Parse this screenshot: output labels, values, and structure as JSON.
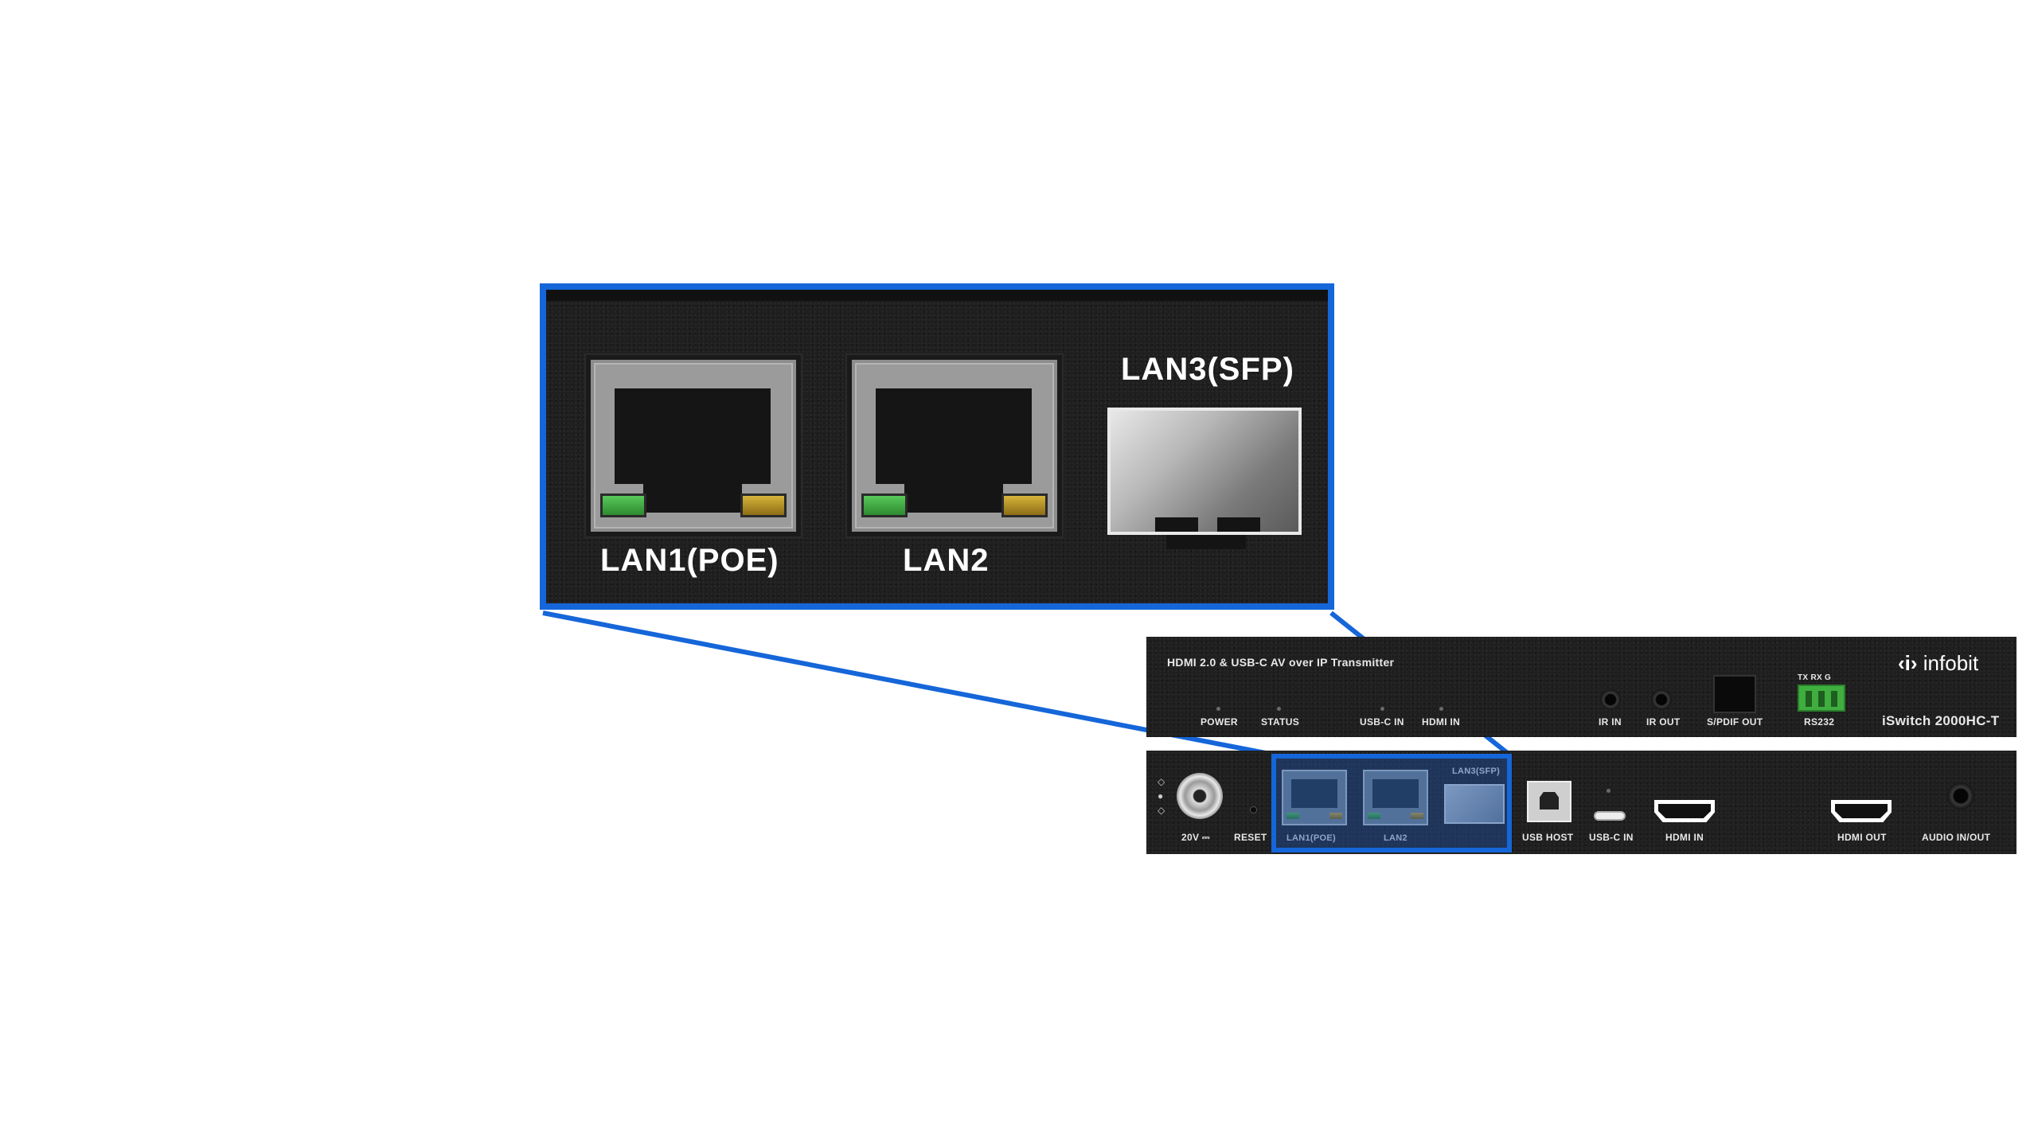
{
  "colors": {
    "highlight": "#1566d9",
    "panel": "#1f1f1f",
    "label": "#ffffff"
  },
  "zoom": {
    "lan1_label": "LAN1(POE)",
    "lan2_label": "LAN2",
    "lan3_label": "LAN3(SFP)"
  },
  "device_top": {
    "title": "HDMI 2.0 & USB-C AV over IP Transmitter",
    "brand": "infobit",
    "model": "iSwitch 2000HC-T",
    "labels": {
      "power": "POWER",
      "status": "STATUS",
      "usbc_in": "USB-C IN",
      "hdmi_in": "HDMI IN",
      "ir_in": "IR IN",
      "ir_out": "IR OUT",
      "spdif_out": "S/PDIF OUT",
      "rs232": "RS232",
      "rs232_pins": "TX RX  G"
    }
  },
  "device_rear": {
    "labels": {
      "dc": "20V ⎓",
      "reset": "RESET",
      "lan1": "LAN1(POE)",
      "lan2": "LAN2",
      "lan3": "LAN3(SFP)",
      "usb_host": "USB HOST",
      "usbc_in": "USB-C IN",
      "hdmi_in": "HDMI IN",
      "hdmi_out": "HDMI OUT",
      "audio": "AUDIO IN/OUT"
    }
  }
}
